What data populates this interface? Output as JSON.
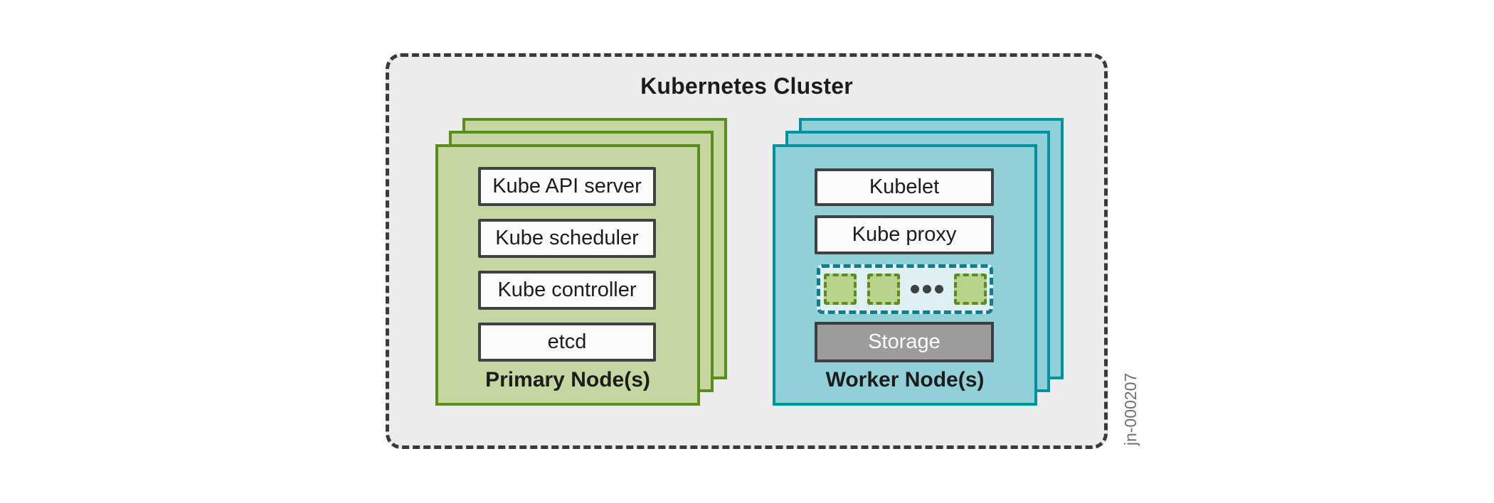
{
  "cluster": {
    "title": "Kubernetes Cluster",
    "figure_id": "jn-000207",
    "primary_nodes": {
      "label": "Primary Node(s)",
      "stack_count": 3,
      "components": [
        "Kube API server",
        "Kube scheduler",
        "Kube controller",
        "etcd"
      ]
    },
    "worker_nodes": {
      "label": "Worker Node(s)",
      "stack_count": 3,
      "components": [
        "Kubelet",
        "Kube proxy"
      ],
      "storage_label": "Storage",
      "pods_row": {
        "pod_count": 3,
        "ellipsis_dot_count": 3
      }
    }
  },
  "colors": {
    "text": "#1c1c1c",
    "cluster_bg": "#ececec",
    "cluster_border": "#3a3a3a",
    "green_fill": "#c5d6a1",
    "green_border": "#5a8c1e",
    "teal_fill": "#90d0d6",
    "teal_border": "#00929e",
    "component_fill": "#fbfbfb",
    "component_border": "#3f4142",
    "pods_strip_fill": "#def0f3",
    "pods_strip_border": "#0d7f8c",
    "pod_fill": "#b8d38c",
    "pod_border": "#5a8c1e",
    "storage_fill": "#9c9c9c",
    "storage_border": "#3c3e3f",
    "storage_text": "#ffffff",
    "dots": "#3f4040",
    "figure_id_text": "#6f6f6f"
  }
}
